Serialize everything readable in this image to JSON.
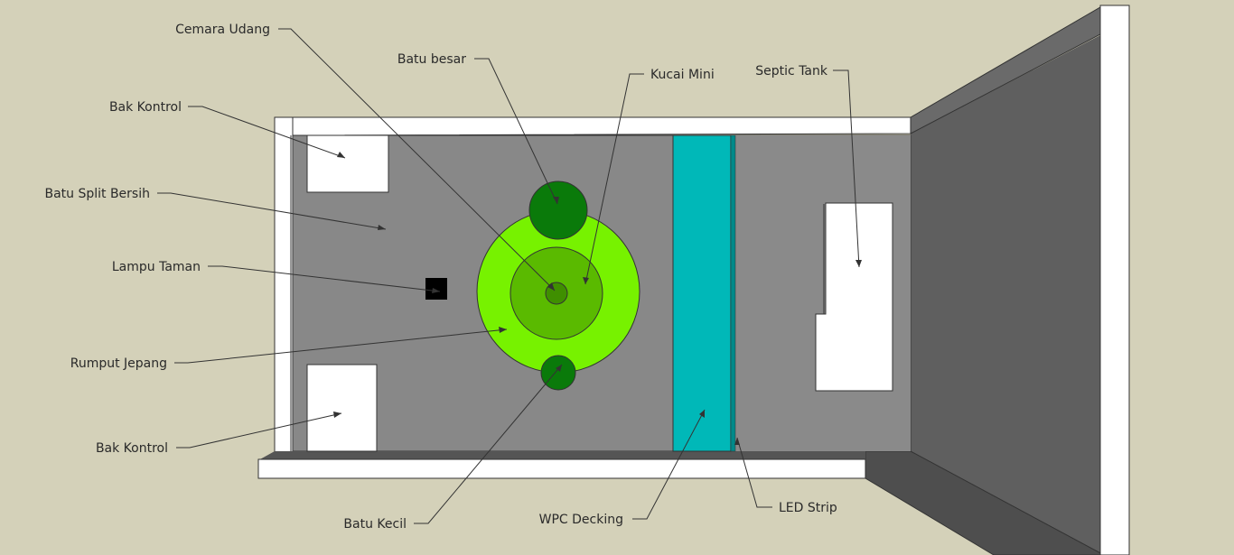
{
  "labels": {
    "cemara_udang": "Cemara Udang",
    "batu_besar": "Batu besar",
    "kucai_mini": "Kucai Mini",
    "septic_tank": "Septic Tank",
    "bak_kontrol_top": "Bak Kontrol",
    "batu_split": "Batu Split Bersih",
    "lampu_taman": "Lampu Taman",
    "rumput_jepang": "Rumput Jepang",
    "bak_kontrol_bottom": "Bak Kontrol",
    "batu_kecil": "Batu Kecil",
    "wpc_decking": "WPC Decking",
    "led_strip": "LED Strip"
  },
  "colors": {
    "background": "#d4d1b9",
    "floor": "#878787",
    "wall_dark": "#5e5e5e",
    "wall_top": "#ffffff",
    "grass": "#77f200",
    "inner_plant": "#5aba00",
    "stone": "#0a7a0a",
    "decking": "#00b8b8"
  }
}
